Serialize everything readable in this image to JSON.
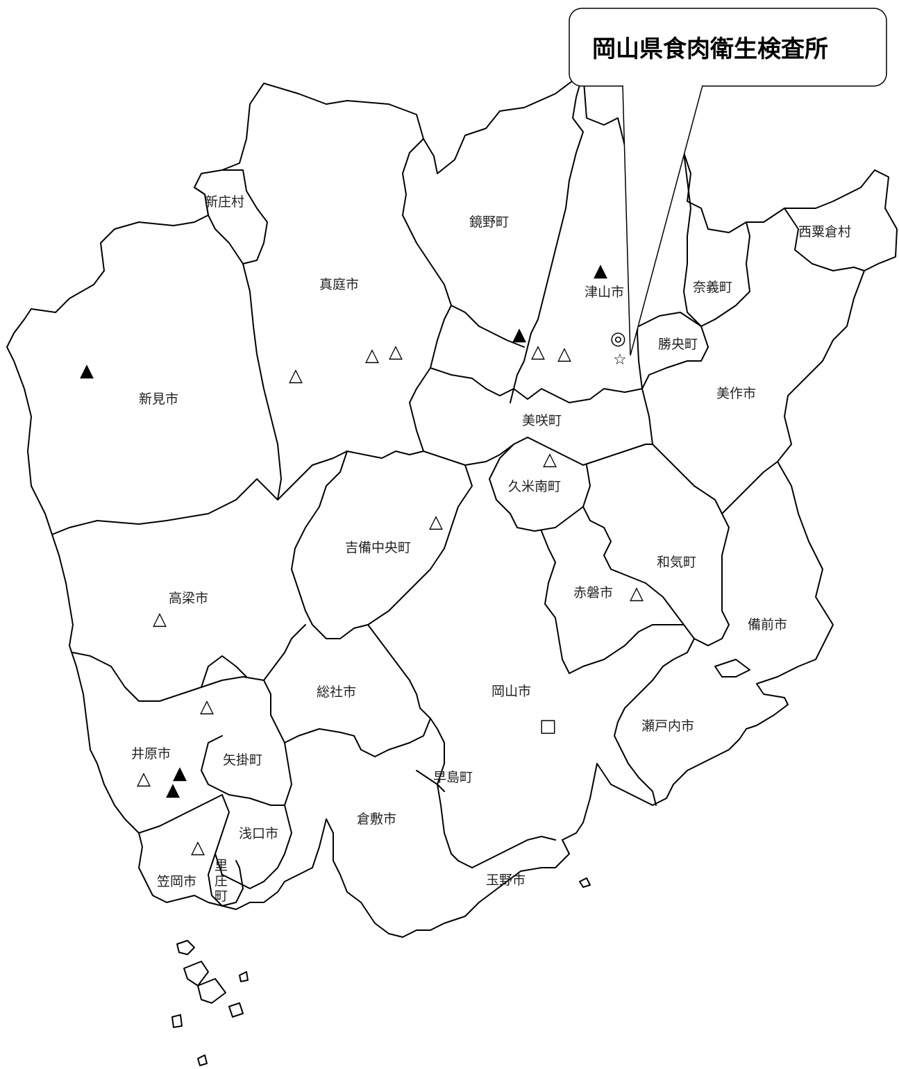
{
  "callout": {
    "text": "岡山県食肉衛生検査所"
  },
  "symbols": {
    "filled": "▲",
    "open": "△",
    "double_circle": "◎",
    "star": "☆",
    "square": "□"
  },
  "municipalities": {
    "shinjo": "新庄村",
    "maniwa": "真庭市",
    "kagamino": "鏡野町",
    "tsuyama": "津山市",
    "nishiawakura": "西粟倉村",
    "nagi": "奈義町",
    "shoo": "勝央町",
    "mimasaka": "美作市",
    "niimi": "新見市",
    "misaki": "美咲町",
    "kumenan": "久米南町",
    "kibichuo": "吉備中央町",
    "wake": "和気町",
    "akaiwa": "赤磐市",
    "takahashi": "高梁市",
    "bizen": "備前市",
    "soja": "総社市",
    "okayama": "岡山市",
    "setouchi": "瀬戸内市",
    "ibara": "井原市",
    "yakage": "矢掛町",
    "hayashima": "早島町",
    "kurashiki": "倉敷市",
    "asakuchi": "浅口市",
    "kasaoka": "笠岡市",
    "tamano": "玉野市",
    "satosho_1": "里",
    "satosho_2": "庄",
    "satosho_3": "町"
  }
}
